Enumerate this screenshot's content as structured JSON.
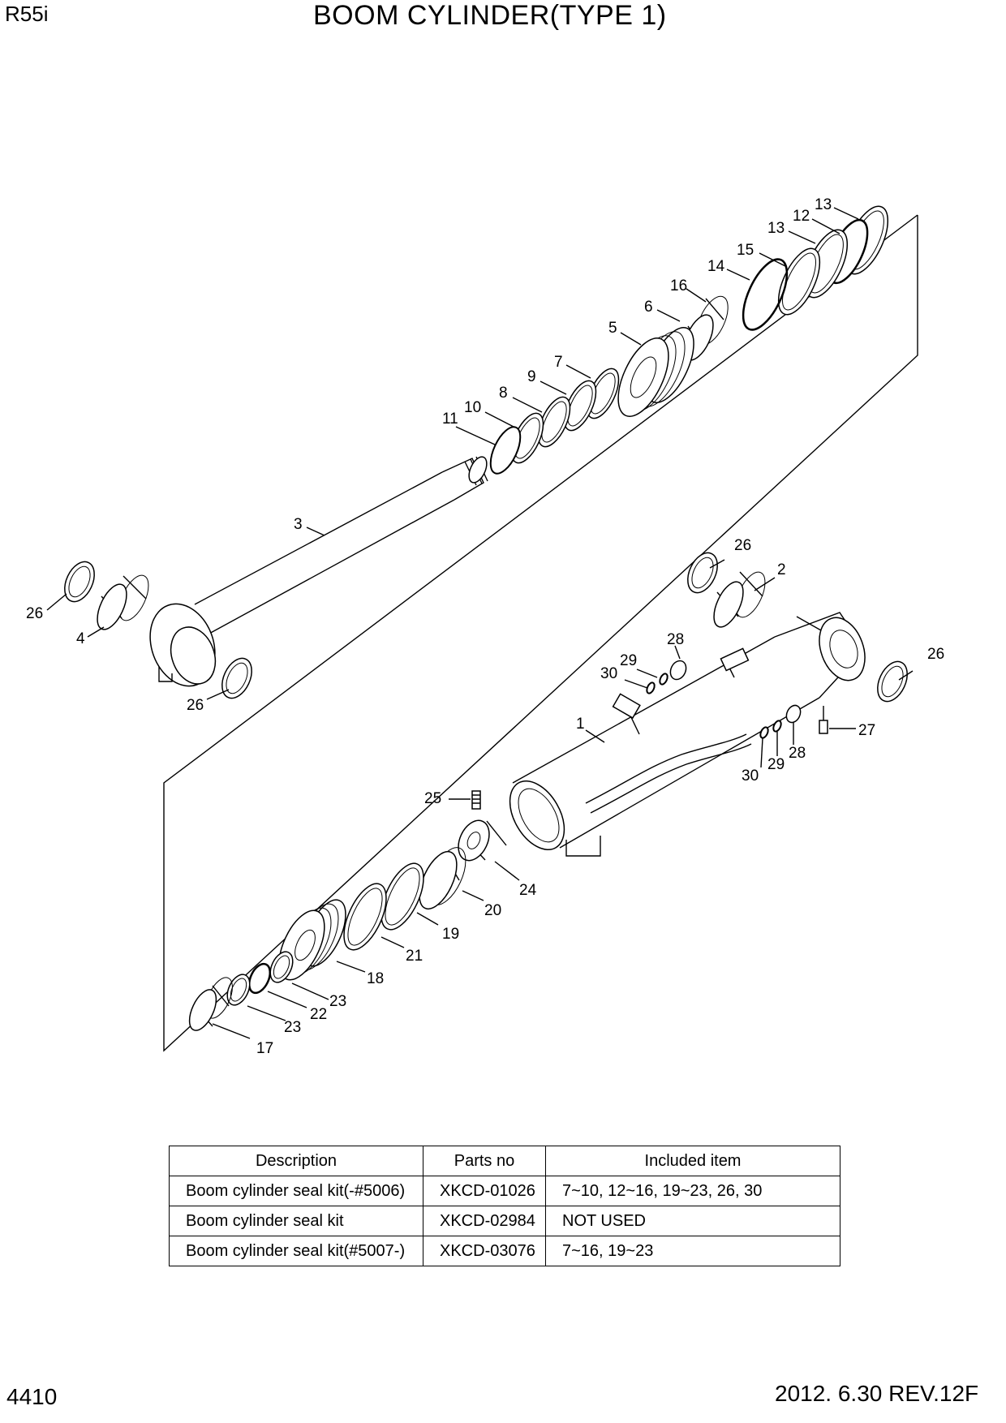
{
  "header": {
    "model": "R55i",
    "title": "BOOM CYLINDER(TYPE 1)"
  },
  "footer": {
    "page_number": "4410",
    "revision": "2012. 6.30  REV.12F"
  },
  "callouts": [
    {
      "n": "13"
    },
    {
      "n": "12"
    },
    {
      "n": "13"
    },
    {
      "n": "15"
    },
    {
      "n": "14"
    },
    {
      "n": "16"
    },
    {
      "n": "6"
    },
    {
      "n": "5"
    },
    {
      "n": "7"
    },
    {
      "n": "9"
    },
    {
      "n": "8"
    },
    {
      "n": "10"
    },
    {
      "n": "11"
    },
    {
      "n": "3"
    },
    {
      "n": "26"
    },
    {
      "n": "4"
    },
    {
      "n": "26"
    },
    {
      "n": "26"
    },
    {
      "n": "2"
    },
    {
      "n": "28"
    },
    {
      "n": "29"
    },
    {
      "n": "30"
    },
    {
      "n": "26"
    },
    {
      "n": "1"
    },
    {
      "n": "27"
    },
    {
      "n": "28"
    },
    {
      "n": "29"
    },
    {
      "n": "30"
    },
    {
      "n": "25"
    },
    {
      "n": "24"
    },
    {
      "n": "20"
    },
    {
      "n": "19"
    },
    {
      "n": "21"
    },
    {
      "n": "18"
    },
    {
      "n": "23"
    },
    {
      "n": "22"
    },
    {
      "n": "23"
    },
    {
      "n": "17"
    }
  ],
  "kit_table": {
    "headers": [
      "Description",
      "Parts no",
      "Included item"
    ],
    "rows": [
      [
        "Boom cylinder seal kit(-#5006)",
        "XKCD-01026",
        "7~10, 12~16, 19~23, 26, 30"
      ],
      [
        "Boom cylinder seal kit",
        "XKCD-02984",
        "NOT USED"
      ],
      [
        "Boom cylinder seal kit(#5007-)",
        "XKCD-03076",
        "7~16, 19~23"
      ]
    ]
  }
}
